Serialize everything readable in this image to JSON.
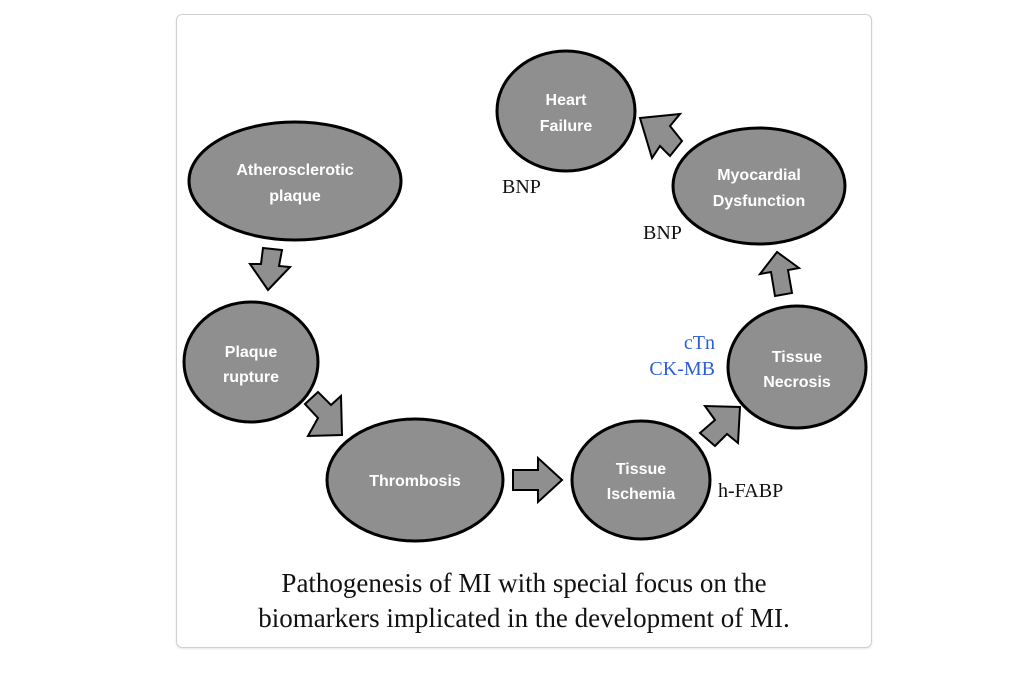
{
  "figure": {
    "nodes": [
      {
        "id": "atherosclerotic-plaque",
        "lines": [
          "Atherosclerotic",
          "plaque"
        ]
      },
      {
        "id": "plaque-rupture",
        "lines": [
          "Plaque",
          "rupture"
        ]
      },
      {
        "id": "thrombosis",
        "lines": [
          "Thrombosis"
        ]
      },
      {
        "id": "tissue-ischemia",
        "lines": [
          "Tissue",
          "Ischemia"
        ]
      },
      {
        "id": "tissue-necrosis",
        "lines": [
          "Tissue",
          "Necrosis"
        ]
      },
      {
        "id": "myocardial-dysfunction",
        "lines": [
          "Myocardial",
          "Dysfunction"
        ]
      },
      {
        "id": "heart-failure",
        "lines": [
          "Heart",
          "Failure"
        ]
      }
    ],
    "flow": [
      [
        "atherosclerotic-plaque",
        "plaque-rupture"
      ],
      [
        "plaque-rupture",
        "thrombosis"
      ],
      [
        "thrombosis",
        "tissue-ischemia"
      ],
      [
        "tissue-ischemia",
        "tissue-necrosis"
      ],
      [
        "tissue-necrosis",
        "myocardial-dysfunction"
      ],
      [
        "myocardial-dysfunction",
        "heart-failure"
      ]
    ],
    "biomarkers": [
      {
        "node": "heart-failure",
        "lines": [
          "BNP"
        ],
        "color": "#111111"
      },
      {
        "node": "myocardial-dysfunction",
        "lines": [
          "BNP"
        ],
        "color": "#111111"
      },
      {
        "node": "tissue-necrosis",
        "lines": [
          "cTn",
          "CK-MB"
        ],
        "color": "#2b5fd6"
      },
      {
        "node": "tissue-ischemia",
        "lines": [
          "h-FABP"
        ],
        "color": "#111111"
      }
    ],
    "colors": {
      "node_fill": "#8f8f8f",
      "node_stroke": "#000000",
      "node_text": "#ffffff"
    }
  },
  "caption": {
    "line1": "Pathogenesis of MI with special focus on the",
    "line2": "biomarkers implicated in the development of MI."
  }
}
